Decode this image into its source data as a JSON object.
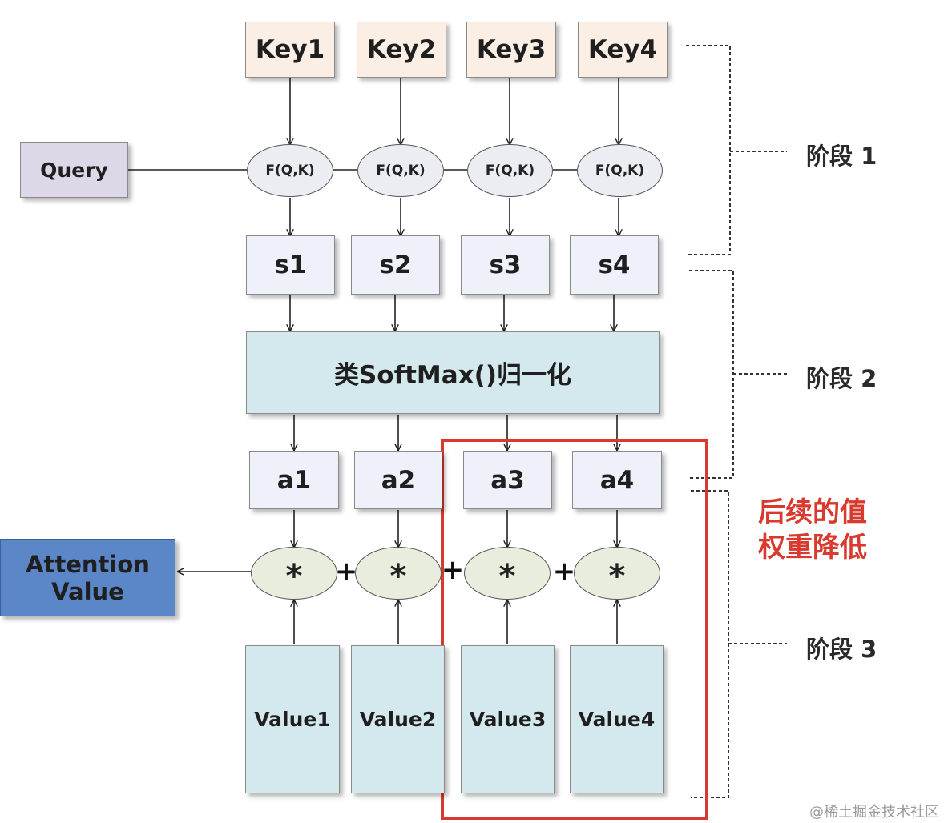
{
  "keys": [
    "Key1",
    "Key2",
    "Key3",
    "Key4"
  ],
  "query": "Query",
  "fn_label": "F(Q,K)",
  "scores": [
    "s1",
    "s2",
    "s3",
    "s4"
  ],
  "softmax": "类SoftMax()归一化",
  "weights": [
    "a1",
    "a2",
    "a3",
    "a4"
  ],
  "mul_symbol": "*",
  "plus_symbol": "+",
  "attention": [
    "Attention",
    "Value"
  ],
  "values": [
    "Value1",
    "Value2",
    "Value3",
    "Value4"
  ],
  "stages": [
    "阶段 1",
    "阶段 2",
    "阶段 3"
  ],
  "note": [
    "后续的值",
    "权重降低"
  ],
  "watermark": "@稀土掘金技术社区",
  "colors": {
    "highlight": "#d93a2f",
    "attention_box": "#5b86c7"
  }
}
